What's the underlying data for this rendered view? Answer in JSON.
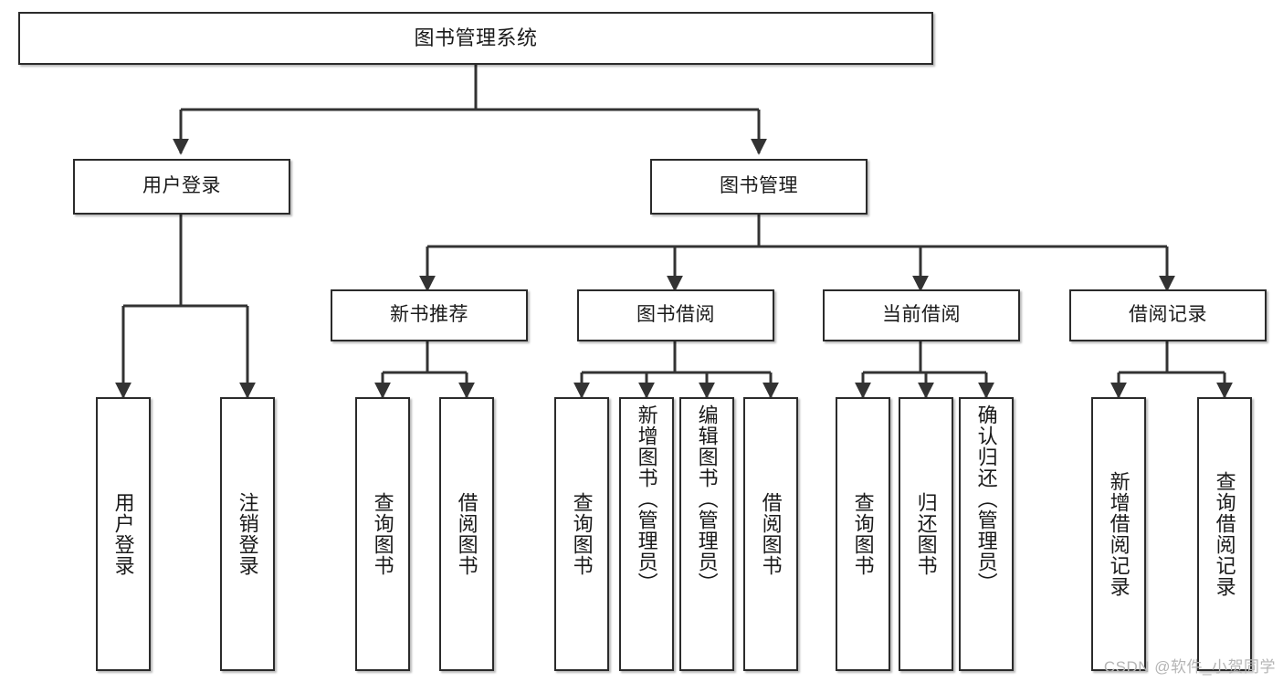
{
  "diagram": {
    "title": "图书管理系统",
    "type": "tree-hierarchy-chart",
    "colors": {
      "box_border": "#2b2b2b",
      "box_fill": "#ffffff",
      "edge": "#333333",
      "text": "#1a1a1a",
      "watermark": "#b5b5b5",
      "background": "#ffffff"
    }
  },
  "root": {
    "label": "图书管理系统"
  },
  "level1": [
    {
      "label": "用户登录"
    },
    {
      "label": "图书管理"
    }
  ],
  "level2": [
    {
      "label": "新书推荐"
    },
    {
      "label": "图书借阅"
    },
    {
      "label": "当前借阅"
    },
    {
      "label": "借阅记录"
    }
  ],
  "leaves": {
    "user_login": [
      {
        "label": "用户登录"
      },
      {
        "label": "注销登录"
      }
    ],
    "new_book": [
      {
        "label": "查询图书"
      },
      {
        "label": "借阅图书"
      }
    ],
    "book_borrow": [
      {
        "label": "查询图书"
      },
      {
        "label": "新增图书（管理员）"
      },
      {
        "label": "编辑图书（管理员）"
      },
      {
        "label": "借阅图书"
      }
    ],
    "current_borrow": [
      {
        "label": "查询图书"
      },
      {
        "label": "归还图书"
      },
      {
        "label": "确认归还（管理员）"
      }
    ],
    "borrow_record": [
      {
        "label": "新增借阅记录"
      },
      {
        "label": "查询借阅记录"
      }
    ]
  },
  "watermark": {
    "text": "CSDN @软件_小贺同学"
  }
}
